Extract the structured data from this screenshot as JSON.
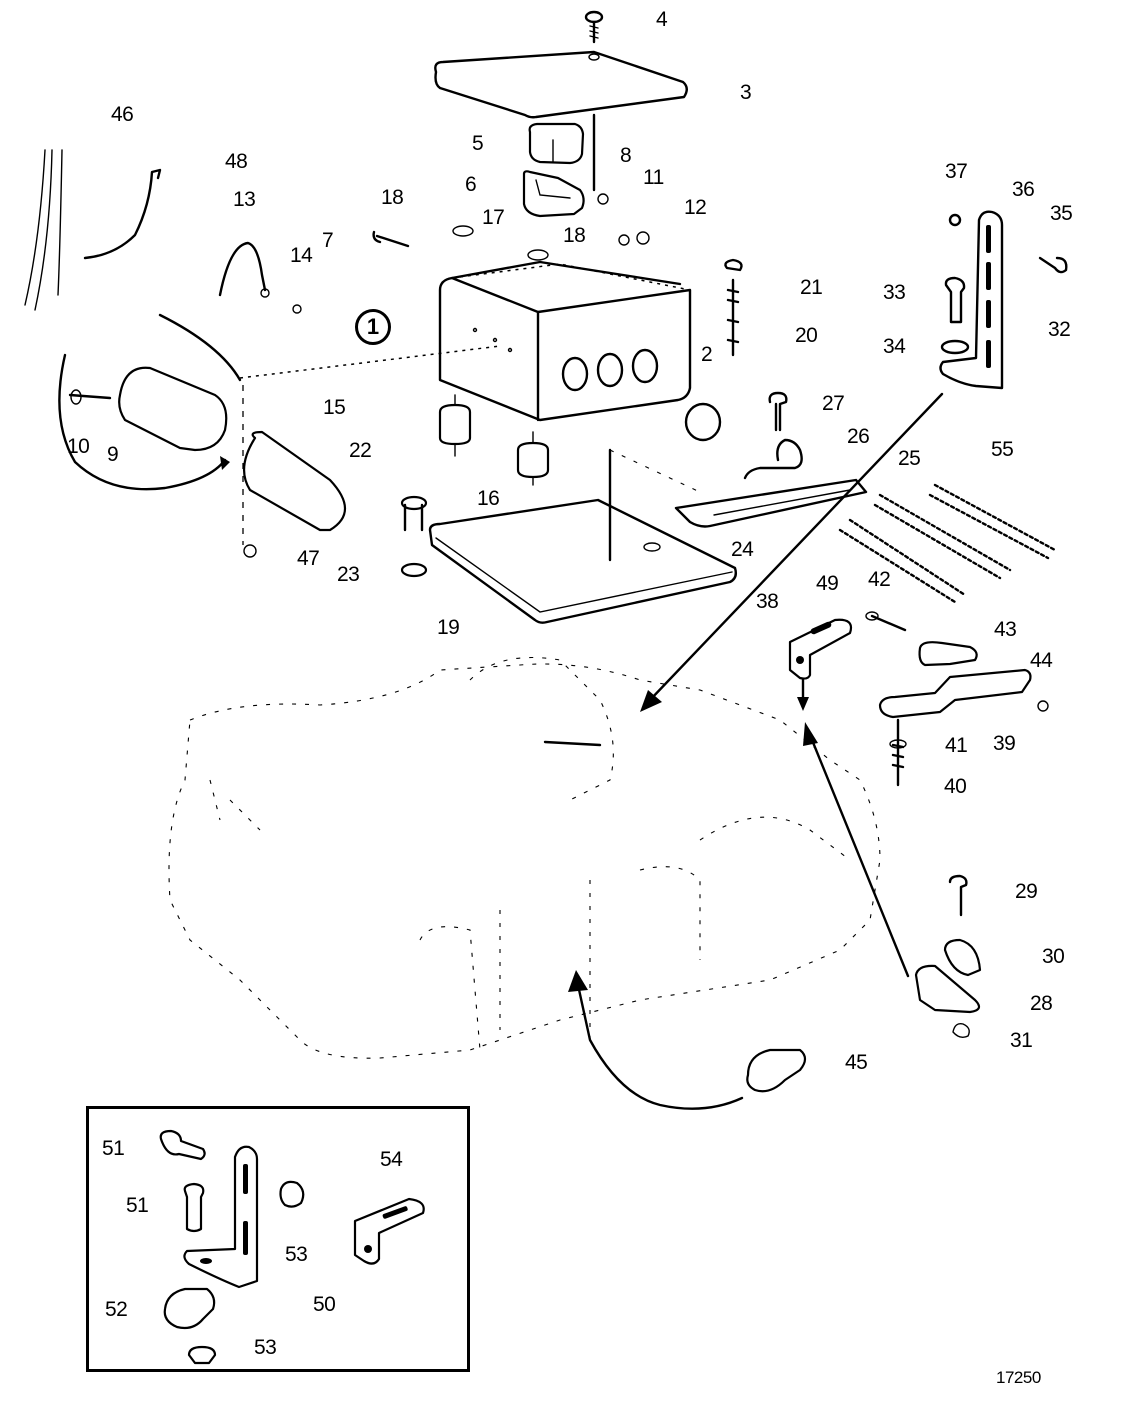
{
  "diagram": {
    "type": "exploded-parts-diagram",
    "figure_number": "17250",
    "callout_circle": "1",
    "part_labels": [
      {
        "id": "p4",
        "text": "4"
      },
      {
        "id": "p3",
        "text": "3"
      },
      {
        "id": "p46",
        "text": "46"
      },
      {
        "id": "p5",
        "text": "5"
      },
      {
        "id": "p8",
        "text": "8"
      },
      {
        "id": "p48",
        "text": "48"
      },
      {
        "id": "p11",
        "text": "11"
      },
      {
        "id": "p6",
        "text": "6"
      },
      {
        "id": "p37",
        "text": "37"
      },
      {
        "id": "p36",
        "text": "36"
      },
      {
        "id": "p35",
        "text": "35"
      },
      {
        "id": "p13",
        "text": "13"
      },
      {
        "id": "p18a",
        "text": "18"
      },
      {
        "id": "p12",
        "text": "12"
      },
      {
        "id": "p17",
        "text": "17"
      },
      {
        "id": "p18b",
        "text": "18"
      },
      {
        "id": "p7",
        "text": "7"
      },
      {
        "id": "p14",
        "text": "14"
      },
      {
        "id": "p21",
        "text": "21"
      },
      {
        "id": "p33",
        "text": "33"
      },
      {
        "id": "p32",
        "text": "32"
      },
      {
        "id": "p20",
        "text": "20"
      },
      {
        "id": "p2",
        "text": "2"
      },
      {
        "id": "p34",
        "text": "34"
      },
      {
        "id": "p15",
        "text": "15"
      },
      {
        "id": "p27",
        "text": "27"
      },
      {
        "id": "p26",
        "text": "26"
      },
      {
        "id": "p10",
        "text": "10"
      },
      {
        "id": "p9",
        "text": "9"
      },
      {
        "id": "p22",
        "text": "22"
      },
      {
        "id": "p25",
        "text": "25"
      },
      {
        "id": "p55",
        "text": "55"
      },
      {
        "id": "p16",
        "text": "16"
      },
      {
        "id": "p24",
        "text": "24"
      },
      {
        "id": "p47",
        "text": "47"
      },
      {
        "id": "p23",
        "text": "23"
      },
      {
        "id": "p49",
        "text": "49"
      },
      {
        "id": "p42",
        "text": "42"
      },
      {
        "id": "p38",
        "text": "38"
      },
      {
        "id": "p19",
        "text": "19"
      },
      {
        "id": "p43",
        "text": "43"
      },
      {
        "id": "p44",
        "text": "44"
      },
      {
        "id": "p41",
        "text": "41"
      },
      {
        "id": "p39",
        "text": "39"
      },
      {
        "id": "p40",
        "text": "40"
      },
      {
        "id": "p29",
        "text": "29"
      },
      {
        "id": "p30",
        "text": "30"
      },
      {
        "id": "p28",
        "text": "28"
      },
      {
        "id": "p31",
        "text": "31"
      },
      {
        "id": "p45",
        "text": "45"
      }
    ],
    "inset_labels": [
      {
        "id": "i51a",
        "text": "51"
      },
      {
        "id": "i54",
        "text": "54"
      },
      {
        "id": "i51b",
        "text": "51"
      },
      {
        "id": "i53a",
        "text": "53"
      },
      {
        "id": "i52",
        "text": "52"
      },
      {
        "id": "i50",
        "text": "50"
      },
      {
        "id": "i53b",
        "text": "53"
      }
    ]
  }
}
